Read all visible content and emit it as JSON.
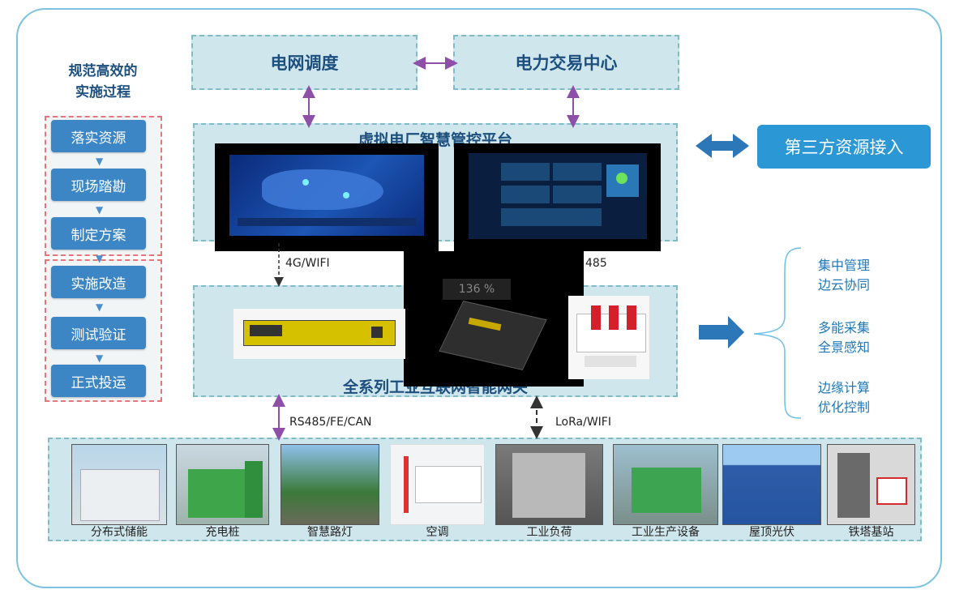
{
  "process": {
    "title_line1": "规范高效的",
    "title_line2": "实施过程",
    "steps": [
      "落实资源",
      "现场踏勘",
      "制定方案",
      "实施改造",
      "测试验证",
      "正式投运"
    ]
  },
  "top": {
    "grid_dispatch": "电网调度",
    "trade_center": "电力交易中心",
    "platform": "虚拟电厂智慧管控平台",
    "gateway_layer": "全系列工业互联网智能网关",
    "third_party": "第三方资源接入"
  },
  "links": {
    "upper_left": "4G/WIFI",
    "upper_right": "485",
    "lower_left": "RS485/FE/CAN",
    "lower_right": "LoRa/WIFI"
  },
  "overlay_text": "136 %",
  "resources": [
    "分布式储能",
    "充电桩",
    "智慧路灯",
    "空调",
    "工业负荷",
    "工业生产设备",
    "屋顶光伏",
    "铁塔基站"
  ],
  "benefits": {
    "group1": [
      "集中管理",
      "边云协同"
    ],
    "group2": [
      "多能采集",
      "全景感知"
    ],
    "group3": [
      "边缘计算",
      "优化控制"
    ]
  },
  "colors": {
    "accent": "#3c86c6",
    "arrow_purple": "#8e4fa8",
    "panel": "#cfe6ec",
    "dashed_red": "#e8757a"
  }
}
